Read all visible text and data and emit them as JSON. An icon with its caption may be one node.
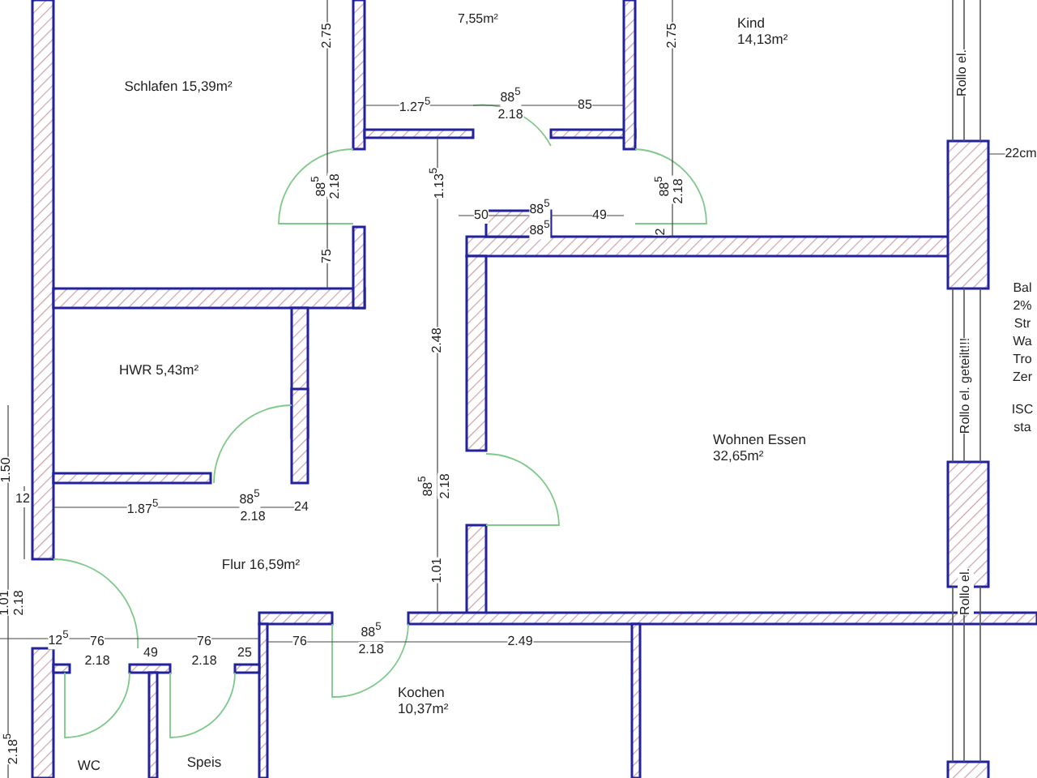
{
  "diagram": {
    "labels": [
      "2.75",
      "7,55m²",
      "2.75",
      "Kind 14,13m²",
      "Rollo el.",
      "Schlafen 15,39m²",
      "1.27$^{5}$",
      "88$^{5}$",
      "2.18",
      "85",
      "22cm",
      "88$^{5}$",
      "2.18",
      "1.13$^{5}$",
      "88$^{5}$",
      "2.18",
      "50",
      "88$^{5}$",
      "49",
      "88$^{5}$",
      "2",
      "75",
      "Bal",
      "2%",
      "Str",
      "Wa",
      "Tro",
      "Zer",
      "ISC",
      "sta",
      "Rollo el. geteilt!!!",
      "2.48",
      "HWR 5,43m²",
      "Wohnen Essen 32,65m²",
      "1.50",
      "12",
      "1.87$^{5}$",
      "88$^{5}$",
      "2.18",
      "24",
      "88$^{5}$",
      "2.18",
      "1.01",
      "2.18",
      "1.01",
      "Flur 16,59m²",
      "Rollo el.",
      "12$^{5}$",
      "76",
      "2.18",
      "49",
      "76",
      "2.18",
      "25",
      "76",
      "88$^{5}$",
      "2.18",
      "2.49",
      "Kochen 10,37m²",
      "2.18$^{5}$",
      "WC",
      "Speis"
    ]
  }
}
